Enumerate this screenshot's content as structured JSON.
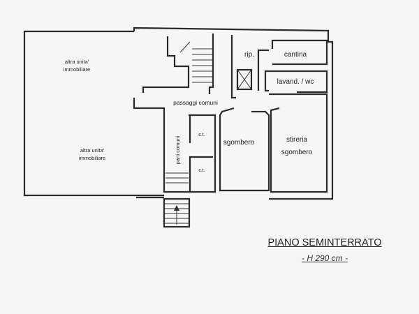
{
  "plan": {
    "title": "PIANO SEMINTERRATO",
    "height_label": "- H 290 cm -",
    "rooms": {
      "altra_unita_1": [
        "altra unita'",
        "immobiliare"
      ],
      "altra_unita_2": [
        "altra unita'",
        "immobiliare"
      ],
      "rip": "rip.",
      "cantina": "cantina",
      "lavand_wc": "lavand. / wc",
      "passaggi_comuni": "passaggi comuni",
      "parti_comuni": "parti comuni",
      "ct_1": "c.t.",
      "ct_2": "c.t.",
      "sgombero": "sgombero",
      "stireria": [
        "stireria",
        "sgombero"
      ]
    }
  }
}
